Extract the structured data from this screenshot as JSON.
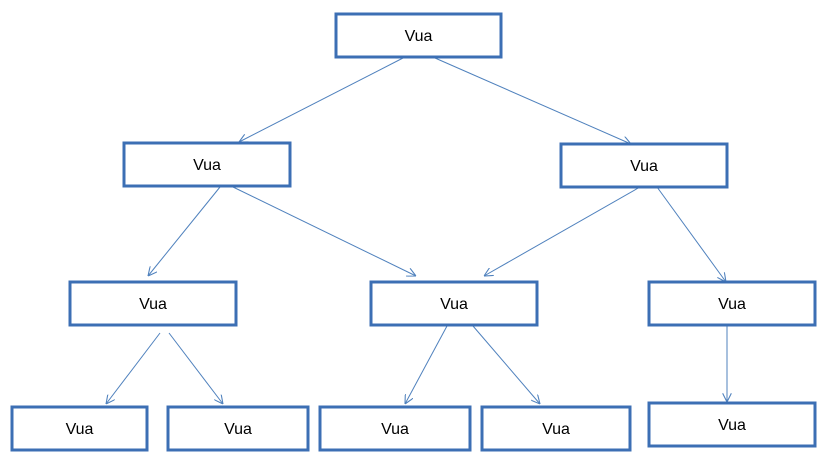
{
  "diagram": {
    "nodes": [
      {
        "id": "n1",
        "label": "Vua"
      },
      {
        "id": "n2",
        "label": "Vua"
      },
      {
        "id": "n3",
        "label": "Vua"
      },
      {
        "id": "n4",
        "label": "Vua"
      },
      {
        "id": "n5",
        "label": "Vua"
      },
      {
        "id": "n6",
        "label": "Vua"
      },
      {
        "id": "n7",
        "label": "Vua"
      },
      {
        "id": "n8",
        "label": "Vua"
      },
      {
        "id": "n9",
        "label": "Vua"
      },
      {
        "id": "n10",
        "label": "Vua"
      },
      {
        "id": "n11",
        "label": "Vua"
      }
    ],
    "edges": [
      {
        "from": "n1",
        "to": "n2"
      },
      {
        "from": "n1",
        "to": "n3"
      },
      {
        "from": "n2",
        "to": "n4"
      },
      {
        "from": "n2",
        "to": "n5"
      },
      {
        "from": "n3",
        "to": "n5"
      },
      {
        "from": "n3",
        "to": "n6"
      },
      {
        "from": "n4",
        "to": "n7"
      },
      {
        "from": "n4",
        "to": "n8"
      },
      {
        "from": "n5",
        "to": "n9"
      },
      {
        "from": "n5",
        "to": "n10"
      },
      {
        "from": "n6",
        "to": "n11"
      }
    ],
    "colors": {
      "box_border": "#3c6fb4",
      "edge": "#4f81bd"
    }
  }
}
